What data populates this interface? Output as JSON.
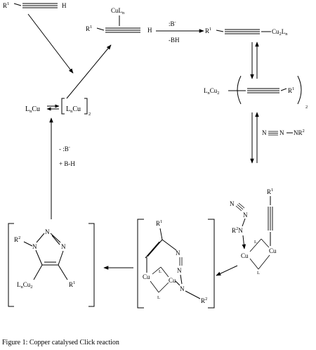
{
  "reagents": {
    "deprotonation_top": {
      "base": ":B",
      "base_charge": "-",
      "acid": "-BH"
    },
    "reprotonation_left": {
      "base": "- :B",
      "base_charge": "-",
      "acid": "+ B-H"
    }
  },
  "species": {
    "alkyne": {
      "r": "R",
      "r_index": "1",
      "h": "H"
    },
    "pi_complex": {
      "r": "R",
      "r_index": "1",
      "cu": "CuL",
      "cu_sub": "n",
      "h": "H"
    },
    "acetylide": {
      "r": "R",
      "r_index": "1",
      "cu": "Cu",
      "cu_sub": "2",
      "l": "L",
      "l_sub": "n"
    },
    "dimer": {
      "cu": "L",
      "cu_sub1": "n",
      "cu_mid": "Cu",
      "cu_sub2": "2",
      "r": "R",
      "r_index": "1",
      "count": "2"
    },
    "catalyst": {
      "l": "L",
      "l_sub": "n",
      "cu": "Cu",
      "dimer_l": "L",
      "dimer_cu": "Cu",
      "count": "2"
    },
    "azide": {
      "n": "N",
      "nr": "NR",
      "r_index": "2"
    },
    "coordinated_azide": {
      "r_top": "R",
      "r_top_index": "1",
      "r2": "R",
      "r2_index": "2",
      "n": "N",
      "cu": "Cu",
      "l": "L"
    },
    "metallacycle": {
      "r1": "R",
      "r1_index": "1",
      "cu": "Cu",
      "l": "L",
      "n": "N",
      "r2": "R",
      "r2_index": "2"
    },
    "triazolide": {
      "r2": "R",
      "r2_index": "2",
      "n": "N",
      "lncu": "L",
      "l_sub": "n",
      "cu": "Cu",
      "cu_sub": "2",
      "r1": "R",
      "r1_index": "1"
    }
  },
  "caption": "Figure 1: Copper catalysed Click reaction"
}
